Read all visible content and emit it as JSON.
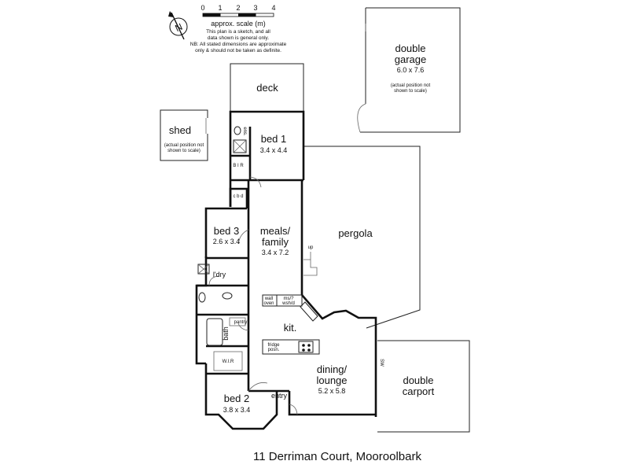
{
  "scale": {
    "ticks": [
      "0",
      "1",
      "2",
      "3",
      "4"
    ],
    "label": "approx. scale (m)",
    "note_lines": [
      "This plan is a sketch, and all",
      "data shown is general only.",
      "NB: All stated dimensions are approximate",
      "only & should not be taken as definite."
    ]
  },
  "compass": {
    "letter": "N"
  },
  "rooms": {
    "garage": {
      "name_line1": "double",
      "name_line2": "garage",
      "dims": "6.0 x 7.6",
      "note_line1": "(actual position not",
      "note_line2": "shown to scale)"
    },
    "deck": {
      "name": "deck"
    },
    "shed": {
      "name": "shed",
      "note_line1": "(actual position not",
      "note_line2": "shown to scale)"
    },
    "bed1": {
      "name": "bed 1",
      "dims": "3.4 x 4.4"
    },
    "ens": {
      "name": "ens."
    },
    "bir": {
      "name": "B I R"
    },
    "cbd": {
      "name": "c b d"
    },
    "bed3": {
      "name": "bed 3",
      "dims": "2.6 x 3.4"
    },
    "meals": {
      "name_line1": "meals/",
      "name_line2": "family",
      "dims": "3.4 x 7.2"
    },
    "pergola": {
      "name": "pergola"
    },
    "up": {
      "name": "up"
    },
    "ldry": {
      "name": "l'dry"
    },
    "wall_oven": {
      "line1": "wall",
      "line2": "oven"
    },
    "ms": {
      "line1": "ms/?",
      "line2": "wsh/d"
    },
    "kit": {
      "name": "kit."
    },
    "pantry": {
      "name": "pantry"
    },
    "bath": {
      "name": "bath"
    },
    "fridge": {
      "line1": "fridge",
      "line2": "posn."
    },
    "wir": {
      "name": "W.I.R"
    },
    "dining": {
      "name_line1": "dining/",
      "name_line2": "lounge",
      "dims": "5.2 x 5.8"
    },
    "sw": {
      "name": "SW"
    },
    "carport": {
      "name_line1": "double",
      "name_line2": "carport"
    },
    "bed2": {
      "name": "bed 2",
      "dims": "3.8 x 3.4"
    },
    "entry": {
      "name": "entry"
    }
  },
  "footer": {
    "address": "11 Derriman Court, Mooroolbark"
  }
}
